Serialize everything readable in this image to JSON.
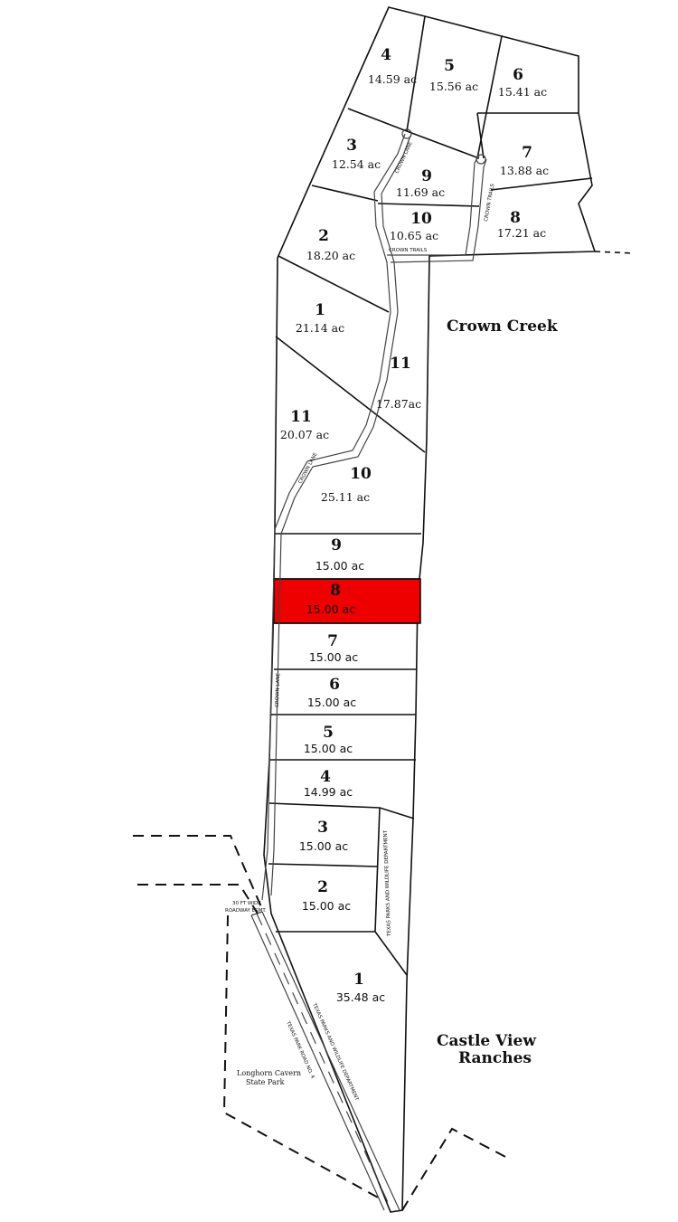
{
  "neighbors": {
    "crown_creek": "Crown Creek",
    "castle_view_line1": "Castle View",
    "castle_view_line2": "Ranches",
    "longhorn_line1": "Longhorn Cavern",
    "longhorn_line2": "State Park"
  },
  "roads": {
    "crown_lane": "CROWN LANE",
    "crown_trails": "CROWN TRAILS",
    "crown_lane_2": "CROWN LANE",
    "crown_trails_2": "CROWN TRAILS",
    "crown_lane_3": "CROWN LANE",
    "park_road": "TEXAS PARK ROAD NO. 4",
    "parks_wildlife": "TEXAS PARKS AND WILDLIFE DEPARTMENT",
    "parks_wildlife_2": "TEXAS PARKS AND WILDLIFE DEPARTMENT",
    "easement_line1": "30 FT WIDE",
    "easement_line2": "ROADWAY ESMT."
  },
  "colors": {
    "highlight": "#ee0000",
    "line": "#111111"
  },
  "upper_lots": [
    {
      "num": "4",
      "acres": "14.59 ac"
    },
    {
      "num": "5",
      "acres": "15.56 ac"
    },
    {
      "num": "6",
      "acres": "15.41 ac"
    },
    {
      "num": "3",
      "acres": "12.54 ac"
    },
    {
      "num": "9",
      "acres": "11.69 ac"
    },
    {
      "num": "7",
      "acres": "13.88 ac"
    },
    {
      "num": "10",
      "acres": "10.65 ac"
    },
    {
      "num": "8",
      "acres": "17.21 ac"
    },
    {
      "num": "2",
      "acres": "18.20 ac"
    },
    {
      "num": "1",
      "acres": "21.14 ac"
    },
    {
      "num": "11",
      "acres": "17.87ac"
    },
    {
      "num": "11",
      "acres": "20.07 ac"
    },
    {
      "num": "10",
      "acres": "25.11 ac"
    }
  ],
  "lower_lots": [
    {
      "num": "9",
      "acres": "15.00 ac",
      "highlighted": false
    },
    {
      "num": "8",
      "acres": "15.00 ac",
      "highlighted": true
    },
    {
      "num": "7",
      "acres": "15.00 ac",
      "highlighted": false
    },
    {
      "num": "6",
      "acres": "15.00 ac",
      "highlighted": false
    },
    {
      "num": "5",
      "acres": "15.00 ac",
      "highlighted": false
    },
    {
      "num": "4",
      "acres": "14.99 ac",
      "highlighted": false
    },
    {
      "num": "3",
      "acres": "15.00 ac",
      "highlighted": false
    },
    {
      "num": "2",
      "acres": "15.00 ac",
      "highlighted": false
    },
    {
      "num": "1",
      "acres": "35.48 ac",
      "highlighted": false
    }
  ]
}
